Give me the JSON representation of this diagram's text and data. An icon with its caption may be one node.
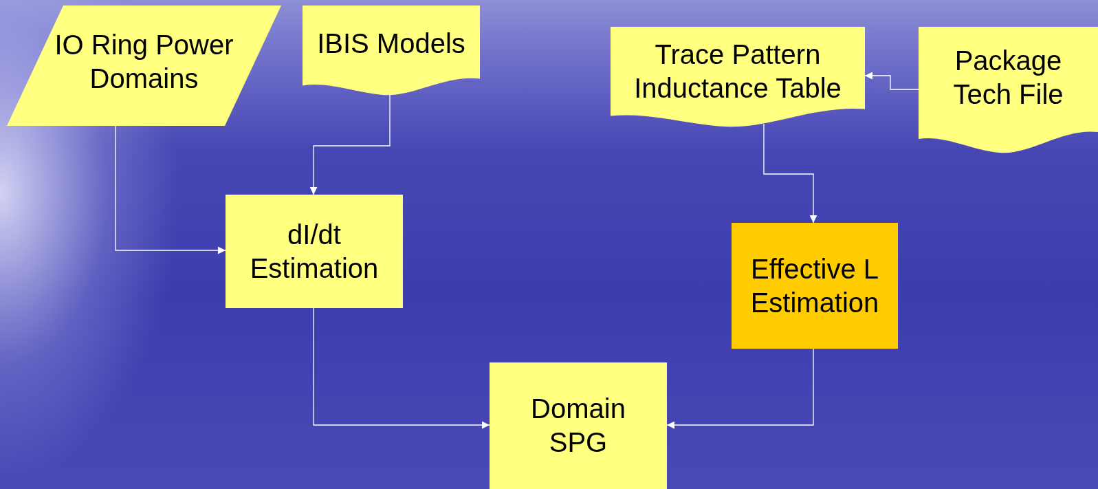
{
  "diagram": {
    "nodes": [
      {
        "text": [
          "IO Ring Power Domains"
        ]
      },
      {
        "text": [
          "IBIS Models"
        ]
      },
      {
        "text": [
          "Trace Pattern Inductance Table"
        ]
      },
      {
        "text": [
          "Package Tech File"
        ]
      },
      {
        "text": [
          "dI/dt Estimation"
        ]
      },
      {
        "text": [
          "Effective L Estimation"
        ]
      },
      {
        "text": [
          "Domain SPG"
        ]
      }
    ],
    "edges": [
      {
        "from": 0,
        "to": 4,
        "arrow": "to"
      },
      {
        "from": 1,
        "to": 4,
        "arrow": "to"
      },
      {
        "from": 3,
        "to": 2,
        "arrow": "to"
      },
      {
        "from": 2,
        "to": 5,
        "arrow": "to"
      },
      {
        "from": 4,
        "to": 6,
        "arrow": "to"
      },
      {
        "from": 5,
        "to": 6,
        "arrow": "to"
      }
    ]
  }
}
